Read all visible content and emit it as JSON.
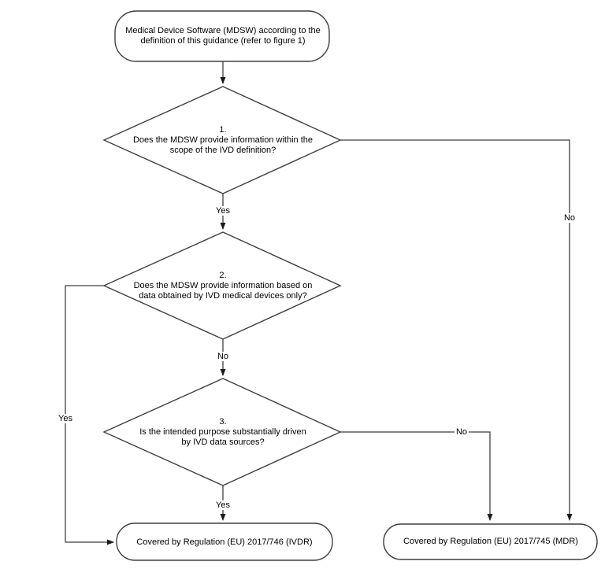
{
  "flowchart": {
    "start": {
      "lines": [
        "Medical Device Software (MDSW) according to the",
        "definition of this guidance (refer to figure 1)"
      ]
    },
    "decisions": [
      {
        "number": "1.",
        "lines": [
          "Does the MDSW provide information within the",
          "scope of the IVD definition?"
        ]
      },
      {
        "number": "2.",
        "lines": [
          "Does the MDSW provide information based on",
          "data obtained by IVD medical devices only?"
        ]
      },
      {
        "number": "3.",
        "lines": [
          "Is the intended purpose substantially driven",
          "by IVD data sources?"
        ]
      }
    ],
    "outcomes": {
      "ivdr": "Covered by Regulation (EU) 2017/746 (IVDR)",
      "mdr": "Covered by Regulation (EU) 2017/745 (MDR)"
    },
    "edge_labels": {
      "q1_yes": "Yes",
      "q1_no": "No",
      "q2_no": "No",
      "q2_yes": "Yes",
      "q3_no": "No",
      "q3_yes": "Yes"
    },
    "colors": {
      "stroke": "#3f3f3f",
      "text": "#000000",
      "background": "#ffffff"
    }
  }
}
